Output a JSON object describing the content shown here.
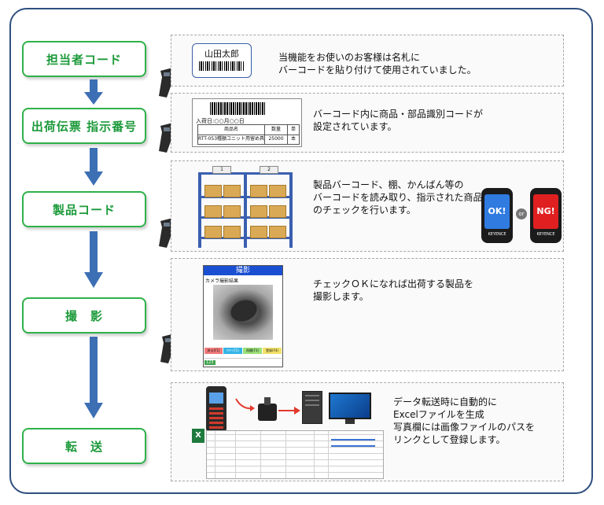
{
  "steps": [
    {
      "label": "担当者コード"
    },
    {
      "label": "出荷伝票 指示番号"
    },
    {
      "label": "製品コード"
    },
    {
      "label": "撮　影"
    },
    {
      "label": "転　送"
    }
  ],
  "panels": [
    {
      "description": "当機能をお使いのお客様は名札に\nバーコードを貼り付けて使用されていました。"
    },
    {
      "description": "バーコード内に商品・部品識別コードが\n設定されています。"
    },
    {
      "description": "製品バーコード、棚、かんばん等の\nバーコードを読み取り、指示された商品\nのチェックを行います。"
    },
    {
      "description": "チェックＯＫになれば出荷する製品を\n撮影します。"
    },
    {
      "description": "データ転送時に自動的に\nExcelファイルを生成\n写真欄には画像ファイルのパスを\nリンクとして登録します。"
    }
  ],
  "name_tag": {
    "name": "山田太郎"
  },
  "slip": {
    "date_line": "入荷日:○○月○○日",
    "headers": [
      "商品名",
      "数量",
      "単"
    ],
    "row": [
      "RTT-053種額ユニット用留め具",
      "25000",
      "本"
    ]
  },
  "shelf": {
    "labels": [
      "1",
      "2"
    ]
  },
  "devices": {
    "ok_label": "OK!",
    "or_label": "or",
    "ng_label": "NG!",
    "brand": "KEYENCE"
  },
  "camera_screen": {
    "title": "撮影",
    "subtitle": "カメラ撮影結果",
    "buttons": [
      "戻る(F1)",
      "ｸﾘｱｰ(F2)",
      "再撮(F3)",
      "登録(F4)"
    ],
    "status": "123"
  },
  "colors": {
    "step_border": "#2fb14a",
    "step_text": "#1c9a3a",
    "arrow": "#3d6fb4",
    "frame": "#2f4f7f"
  }
}
